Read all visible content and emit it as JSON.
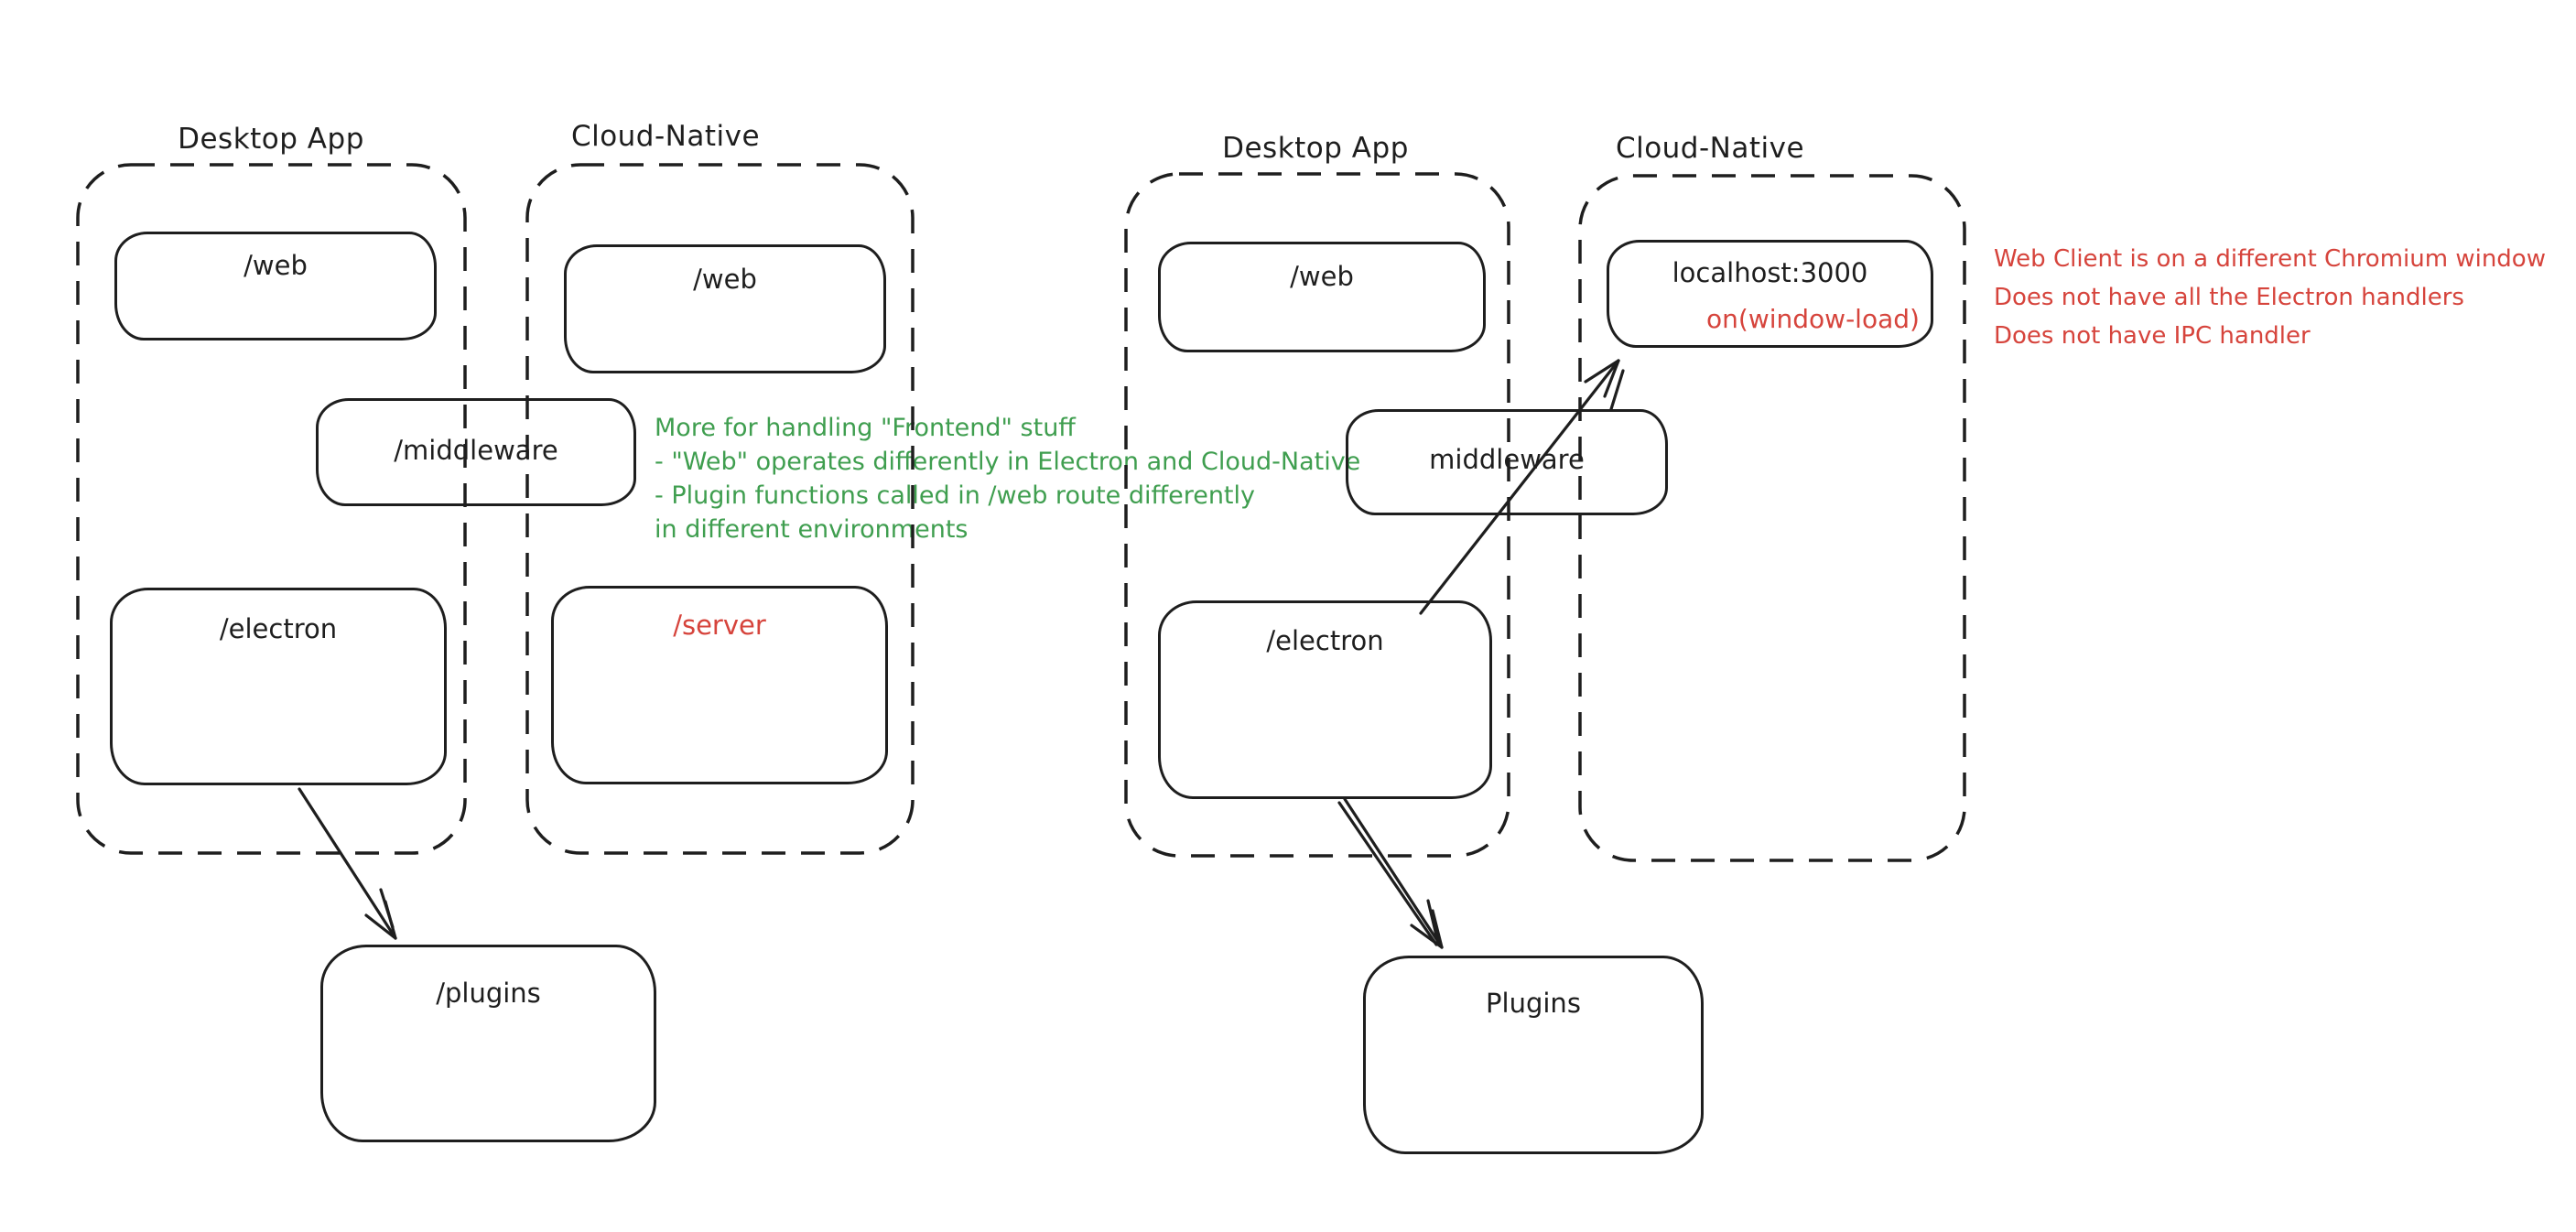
{
  "colors": {
    "stroke": "#1e1e1e",
    "green": "#3f9e4f",
    "red": "#d6443c",
    "background": "#ffffff"
  },
  "left_diagram": {
    "desktop_label": "Desktop App",
    "cloud_label": "Cloud-Native",
    "web_desktop": "/web",
    "web_cloud": "/web",
    "middleware": "/middleware",
    "electron": "/electron",
    "server": "/server",
    "plugins": "/plugins",
    "green_note_lines": [
      "More for handling \"Frontend\" stuff",
      "- \"Web\" operates differently in Electron and Cloud-Native",
      "- Plugin functions called in /web route differently",
      "in different environments"
    ]
  },
  "right_diagram": {
    "desktop_label": "Desktop App",
    "cloud_label": "Cloud-Native",
    "web": "/web",
    "localhost": "localhost:3000",
    "localhost_event": "on(window-load)",
    "middleware": "middleware",
    "electron": "/electron",
    "plugins": "Plugins",
    "red_note_lines": [
      "Web Client is on a different Chromium window",
      "Does not have all the Electron handlers",
      "Does not have IPC handler"
    ]
  }
}
